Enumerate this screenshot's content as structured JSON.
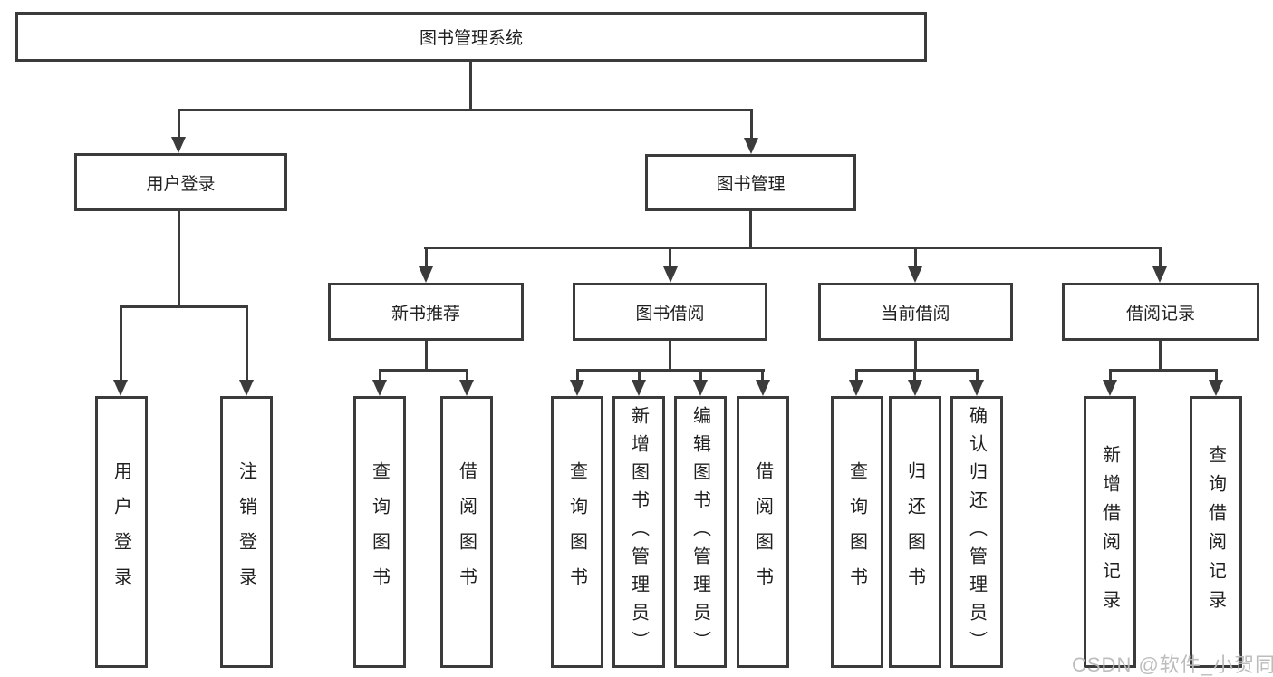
{
  "diagram": {
    "title": "图书管理系统",
    "colors": {
      "line": "#3b3b3b",
      "box_background": "#ffffff",
      "text": "#1f1f1f",
      "watermark": "#b9b9b9"
    },
    "nodes": {
      "root": "图书管理系统",
      "user_login": "用户登录",
      "book_mgmt": "图书管理",
      "new_book": "新书推荐",
      "book_borrow": "图书借阅",
      "current_borrow": "当前借阅",
      "borrow_records": "借阅记录",
      "ul_user_login": "用户登录",
      "ul_logout": "注销登录",
      "nb_query_book": "查询图书",
      "nb_borrow_book": "借阅图书",
      "bb_query_book": "查询图书",
      "bb_add_book": "新增图书（管理员）",
      "bb_edit_book": "编辑图书（管理员）",
      "bb_borrow_book": "借阅图书",
      "cb_query_book": "查询图书",
      "cb_return_book": "归还图书",
      "cb_confirm_return": "确认归还（管理员）",
      "br_add_record": "新增借阅记录",
      "br_query_record": "查询借阅记录"
    },
    "watermark": "CSDN @软件_小贺同学"
  }
}
